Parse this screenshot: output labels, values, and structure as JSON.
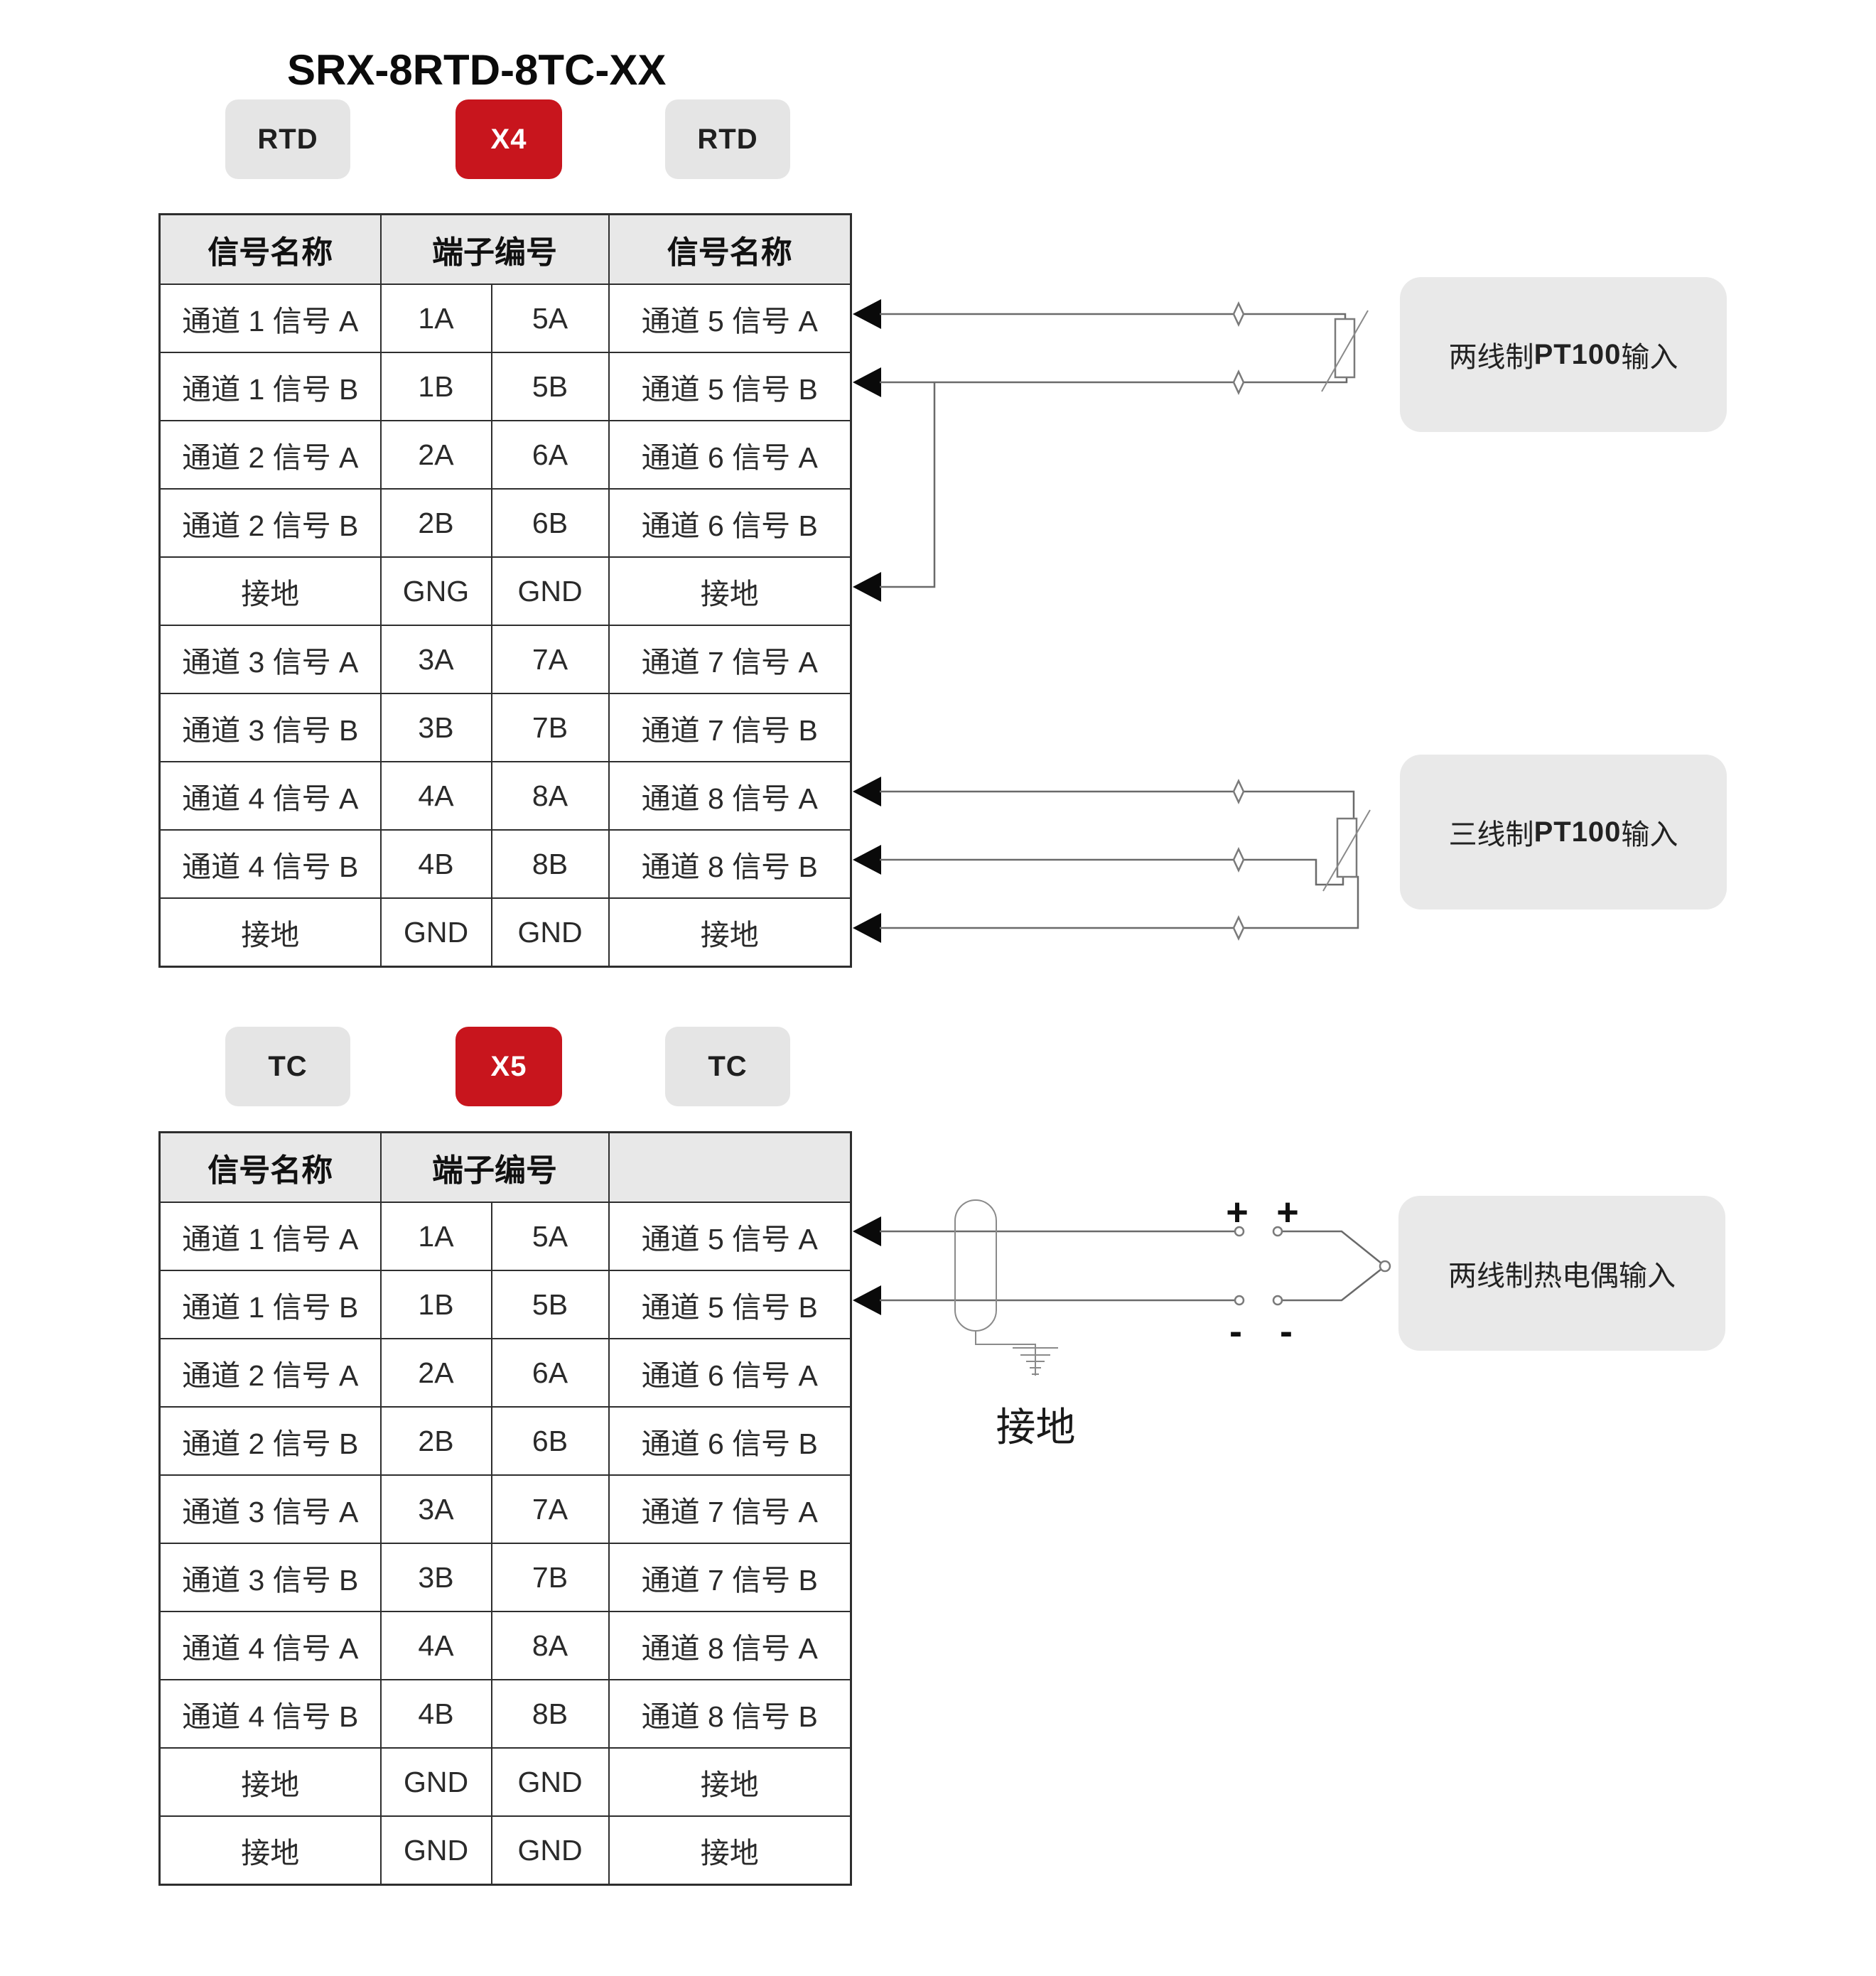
{
  "title": "SRX-8RTD-8TC-XX",
  "colors": {
    "accent_red": "#C8151D",
    "badge_gray": "#E5E5E5",
    "header_gray": "#E8E8E8",
    "label_gray": "#E9E9E9",
    "wire_gray": "#6A6A6A",
    "border_dark": "#2E2E2E"
  },
  "rtd": {
    "badges": [
      "RTD",
      "X4",
      "RTD"
    ],
    "table": {
      "headers": [
        "信号名称",
        "端子编号",
        "信号名称"
      ],
      "rows": [
        [
          "通道 1 信号 A",
          "1A",
          "5A",
          "通道 5 信号 A"
        ],
        [
          "通道 1 信号 B",
          "1B",
          "5B",
          "通道 5 信号 B"
        ],
        [
          "通道 2 信号 A",
          "2A",
          "6A",
          "通道 6 信号 A"
        ],
        [
          "通道 2 信号 B",
          "2B",
          "6B",
          "通道 6 信号 B"
        ],
        [
          "接地",
          "GNG",
          "GND",
          "接地"
        ],
        [
          "通道 3 信号 A",
          "3A",
          "7A",
          "通道 7 信号 A"
        ],
        [
          "通道 3 信号 B",
          "3B",
          "7B",
          "通道 7 信号 B"
        ],
        [
          "通道 4 信号 A",
          "4A",
          "8A",
          "通道 8 信号 A"
        ],
        [
          "通道 4 信号 B",
          "4B",
          "8B",
          "通道 8 信号 B"
        ],
        [
          "接地",
          "GND",
          "GND",
          "接地"
        ]
      ]
    }
  },
  "tc": {
    "badges": [
      "TC",
      "X5",
      "TC"
    ],
    "table": {
      "headers": [
        "信号名称",
        "端子编号",
        ""
      ],
      "rows": [
        [
          "通道 1 信号 A",
          "1A",
          "5A",
          "通道 5 信号 A"
        ],
        [
          "通道 1 信号 B",
          "1B",
          "5B",
          "通道 5 信号 B"
        ],
        [
          "通道 2 信号 A",
          "2A",
          "6A",
          "通道 6 信号 A"
        ],
        [
          "通道 2 信号 B",
          "2B",
          "6B",
          "通道 6 信号 B"
        ],
        [
          "通道 3 信号 A",
          "3A",
          "7A",
          "通道 7 信号 A"
        ],
        [
          "通道 3 信号 B",
          "3B",
          "7B",
          "通道 7 信号 B"
        ],
        [
          "通道 4 信号 A",
          "4A",
          "8A",
          "通道 8 信号 A"
        ],
        [
          "通道 4 信号 B",
          "4B",
          "8B",
          "通道 8 信号 B"
        ],
        [
          "接地",
          "GND",
          "GND",
          "接地"
        ],
        [
          "接地",
          "GND",
          "GND",
          "接地"
        ]
      ]
    }
  },
  "annotations": {
    "two_wire_rtd": {
      "prefix": "两线制 ",
      "bold": "PT100",
      "suffix": " 输入"
    },
    "three_wire_rtd": {
      "prefix": "三线制 ",
      "bold": "PT100",
      "suffix": " 输入"
    },
    "thermocouple": {
      "label": "两线制热电偶输入",
      "ground_label": "接地",
      "plus": "+",
      "minus": "-"
    }
  }
}
